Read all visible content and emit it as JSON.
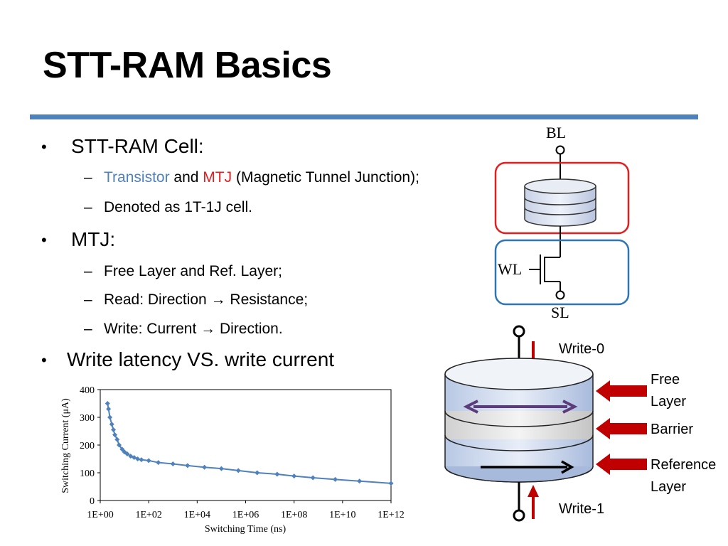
{
  "slide": {
    "title": "STT-RAM Basics",
    "accent_color": "#4f81bd"
  },
  "bullets": {
    "b1": "STT-RAM Cell:",
    "b1_s1_part1": "Transistor",
    "b1_s1_part2": " and ",
    "b1_s1_part3": "MTJ",
    "b1_s1_part4": " (Magnetic Tunnel Junction);",
    "b1_s2": "Denoted as 1T-1J cell.",
    "b2": "MTJ:",
    "b2_s1": "Free Layer and Ref. Layer;",
    "b2_s2": "Read:  Direction → Resistance;",
    "b2_s3": "Write: Current → Direction.",
    "b3": "Write latency VS. write current"
  },
  "cell_diagram": {
    "bl": "BL",
    "wl": "WL",
    "sl": "SL"
  },
  "mtj_diagram": {
    "write0": "Write-0",
    "write1": "Write-1",
    "free_l1": "Free",
    "free_l2": "Layer",
    "barrier": "Barrier",
    "ref_l1": "Reference",
    "ref_l2": "Layer"
  },
  "chart_data": {
    "type": "scatter",
    "xlabel": "Switching Time (ns)",
    "ylabel": "Switching Current (μA)",
    "x_scale": "log10",
    "xlim": [
      1,
      1000000000000
    ],
    "ylim": [
      0,
      400
    ],
    "xticks": [
      "1E+00",
      "1E+02",
      "1E+04",
      "1E+06",
      "1E+08",
      "1E+10",
      "1E+12"
    ],
    "yticks": [
      "0",
      "100",
      "200",
      "300",
      "400"
    ],
    "series": [
      {
        "color": "#4f81bd",
        "x": [
          2,
          2.2,
          2.5,
          3,
          3.5,
          4,
          5,
          6,
          8,
          10,
          13,
          18,
          25,
          35,
          50,
          100,
          250,
          1000,
          4000,
          20000,
          100000,
          500000,
          3000000,
          20000000,
          100000000,
          600000000,
          5000000000,
          50000000000,
          1000000000000
        ],
        "y": [
          350,
          330,
          300,
          275,
          255,
          237,
          220,
          200,
          185,
          175,
          168,
          160,
          155,
          150,
          147,
          144,
          137,
          132,
          126,
          120,
          115,
          108,
          100,
          95,
          88,
          82,
          76,
          70,
          62
        ]
      }
    ],
    "grid": false,
    "legend": "none"
  }
}
